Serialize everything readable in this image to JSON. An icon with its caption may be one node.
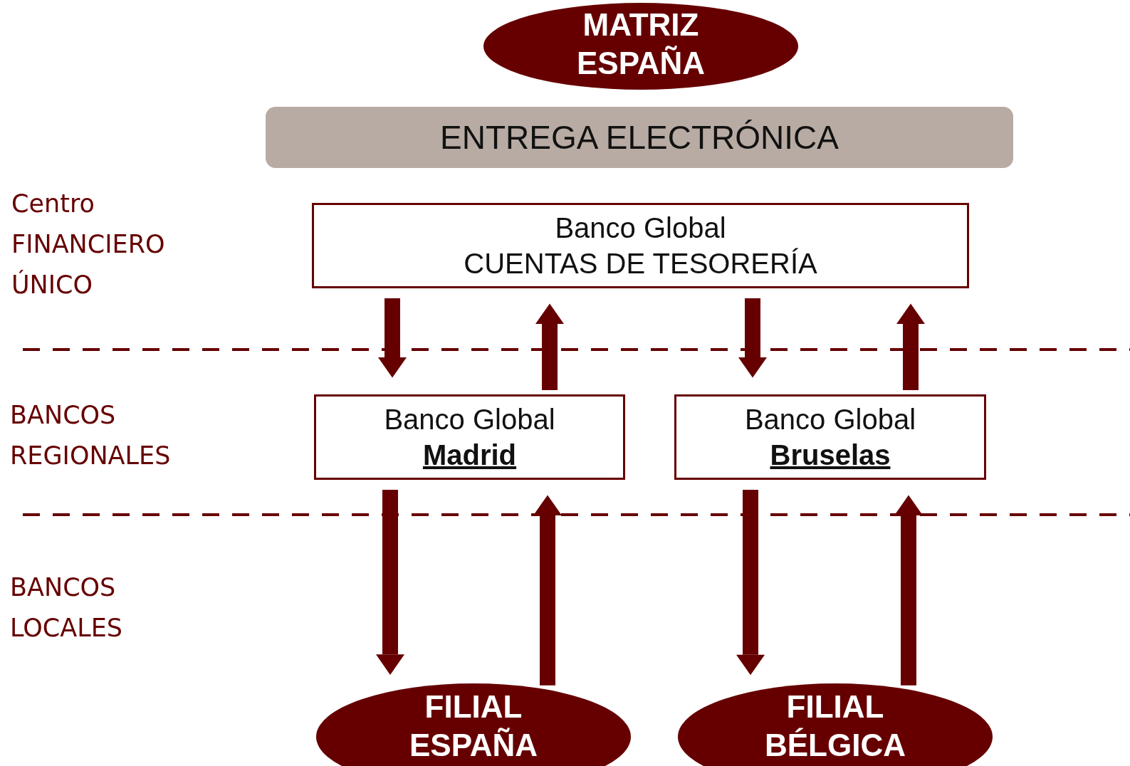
{
  "diagram": {
    "nodes": [
      {
        "text": [
          "MATRIZ ESPAÑA"
        ]
      },
      {
        "text": [
          "ENTREGA ELECTRÓNICA"
        ]
      },
      {
        "text": [
          "Banco Global",
          "CUENTAS DE TESORERÍA"
        ]
      },
      {
        "text": [
          "Banco Global",
          "Madrid"
        ]
      },
      {
        "text": [
          "Banco Global",
          "Bruselas"
        ]
      },
      {
        "text": [
          "FILIAL ESPAÑA"
        ]
      },
      {
        "text": [
          "FILIAL BÉLGICA"
        ]
      }
    ],
    "edges": [
      {
        "from": 2,
        "to": 3,
        "arrow": "to"
      },
      {
        "from": 3,
        "to": 2,
        "arrow": "to"
      },
      {
        "from": 2,
        "to": 4,
        "arrow": "to"
      },
      {
        "from": 4,
        "to": 2,
        "arrow": "to"
      },
      {
        "from": 3,
        "to": 5,
        "arrow": "to"
      },
      {
        "from": 5,
        "to": 3,
        "arrow": "to"
      },
      {
        "from": 4,
        "to": 6,
        "arrow": "to"
      },
      {
        "from": 6,
        "to": 4,
        "arrow": "to"
      }
    ],
    "labels": [
      "Centro FINANCIERO ÚNICO",
      "BANCOS REGIONALES",
      "BANCOS LOCALES"
    ]
  }
}
